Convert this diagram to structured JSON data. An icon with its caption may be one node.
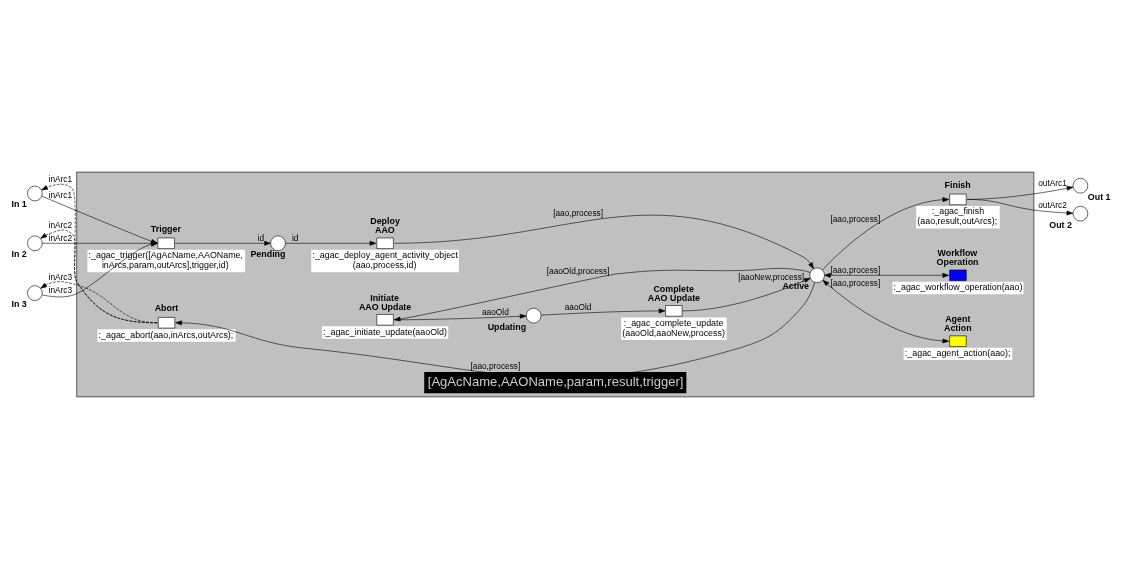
{
  "diagram": {
    "nodes": [
      {
        "text": [
          "[AgAcName,AAOName,param,result,trigger]"
        ]
      },
      {
        "text": [
          "Trigger",
          ":_agac_trigger([AgAcName,AAOName, inArcs,param,outArcs],trigger,id)"
        ],
        "in": 0
      },
      {
        "text": [
          "Pending"
        ],
        "in": 0
      },
      {
        "text": [
          "Deploy AAO",
          ":_agac_deploy_agent_activity_object (aao,process,id)"
        ],
        "in": 0
      },
      {
        "text": [
          "Initiate AAO Update",
          ":_agac_initiate_update(aaoOld)"
        ],
        "in": 0
      },
      {
        "text": [
          "Updating"
        ],
        "in": 0
      },
      {
        "text": [
          "Complete AAO Update",
          ":_agac_complete_update (aaoOld,aaoNew,process)"
        ],
        "in": 0
      },
      {
        "text": [
          "Active"
        ],
        "in": 0
      },
      {
        "text": [
          "Agent Action",
          ":_agac_agent_action(aao);"
        ],
        "in": 0
      },
      {
        "text": [
          "Workflow Operation",
          ":_agac_workflow_operation(aao)"
        ],
        "in": 0
      },
      {
        "text": [
          "Finish",
          ":_agac_finish (aao,result,outArcs);"
        ],
        "in": 0
      },
      {
        "text": [
          "Abort",
          ":_agac_abort(aao,inArcs,outArcs);"
        ],
        "in": 0
      },
      {
        "text": [
          "In 1"
        ]
      },
      {
        "text": [
          "In 2"
        ]
      },
      {
        "text": [
          "In 3"
        ]
      },
      {
        "text": [
          "Out 1"
        ]
      },
      {
        "text": [
          "Out 2"
        ]
      }
    ],
    "edges": [
      {
        "from": 1,
        "to": 2,
        "arrow": "to",
        "label": "id"
      },
      {
        "from": 2,
        "to": 3,
        "arrow": "to",
        "label": "id"
      },
      {
        "from": 3,
        "to": 7,
        "arrow": "to",
        "label": "[aao,process]"
      },
      {
        "from": 7,
        "to": 4,
        "arrow": "to",
        "label": "[aaoOld,process]"
      },
      {
        "from": 4,
        "to": 5,
        "arrow": "to",
        "label": "aaoOld"
      },
      {
        "from": 5,
        "to": 6,
        "arrow": "to",
        "label": "aaoOld"
      },
      {
        "from": 6,
        "to": 7,
        "arrow": "to",
        "label": "[aaoNew,process]"
      },
      {
        "from": 7,
        "to": 11,
        "arrow": "to",
        "label": "[aao,process]"
      },
      {
        "from": 7,
        "to": 8,
        "arrow": "both",
        "label": "[aao,process]"
      },
      {
        "from": 7,
        "to": 9,
        "arrow": "both",
        "label": "[aao,process]"
      },
      {
        "from": 7,
        "to": 10,
        "arrow": "to",
        "label": "[aao,process]"
      },
      {
        "from": 10,
        "to": 15,
        "arrow": "to",
        "label": "outArc1"
      },
      {
        "from": 10,
        "to": 16,
        "arrow": "to",
        "label": "outArc2"
      },
      {
        "from": 12,
        "to": 1,
        "arrow": "to",
        "label": "inArc1"
      },
      {
        "from": 13,
        "to": 1,
        "arrow": "to",
        "label": "inArc2"
      },
      {
        "from": 14,
        "to": 1,
        "arrow": "to",
        "label": "inArc3"
      },
      {
        "from": 11,
        "to": 12,
        "arrow": "to",
        "label": "inArc1",
        "style": "dashed"
      },
      {
        "from": 11,
        "to": 13,
        "arrow": "to",
        "label": "inArc2",
        "style": "dashed"
      },
      {
        "from": 11,
        "to": 14,
        "arrow": "to",
        "label": "inArc3",
        "style": "dashed"
      }
    ]
  }
}
